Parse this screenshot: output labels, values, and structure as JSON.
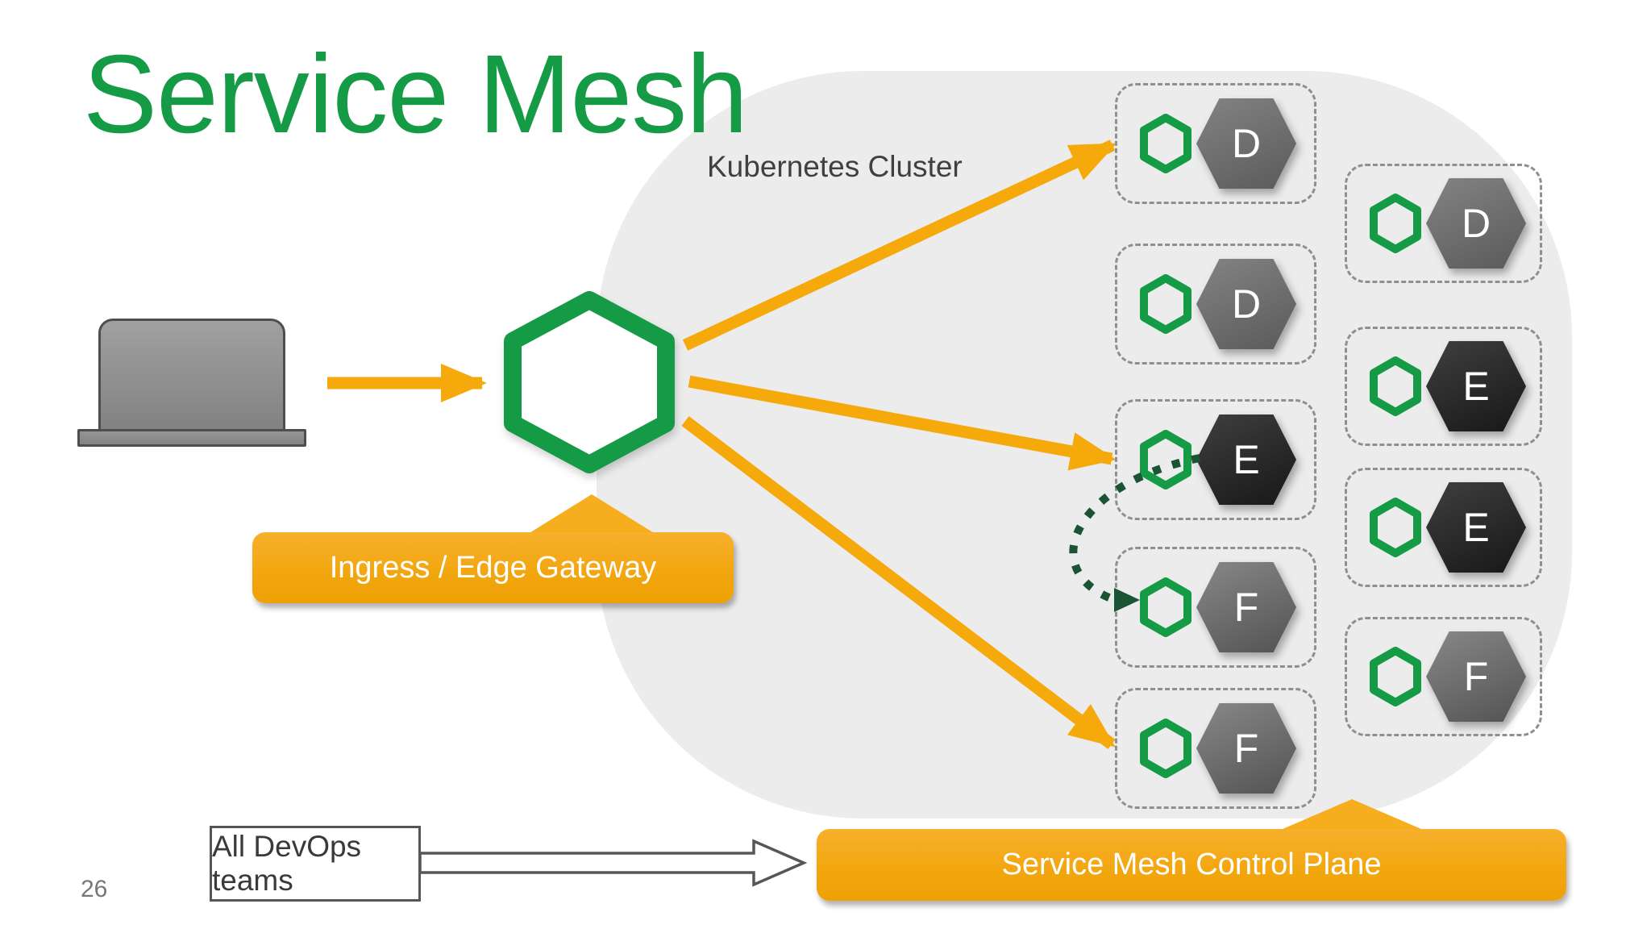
{
  "slide": {
    "title": "Service Mesh",
    "page_number": "26"
  },
  "cluster": {
    "label": "Kubernetes Cluster"
  },
  "gateway": {
    "callout_label": "Ingress / Edge Gateway"
  },
  "control_plane": {
    "banner_label": "Service Mesh Control Plane"
  },
  "devops": {
    "box_label": "All DevOps teams"
  },
  "pods": {
    "left_column": [
      "D",
      "D",
      "E",
      "F",
      "F"
    ],
    "right_column": [
      "D",
      "E",
      "E",
      "F"
    ]
  },
  "colors": {
    "green": "#159b45",
    "orange": "#f5a90b",
    "cluster_bg": "#ececed",
    "pod_border": "#8f8f8f",
    "service_d": "#6e6e6e",
    "service_e": "#2b2b2b",
    "service_f": "#6e6e6e",
    "dotted_arrow_green": "#1b5434",
    "label_text": "#404040"
  }
}
